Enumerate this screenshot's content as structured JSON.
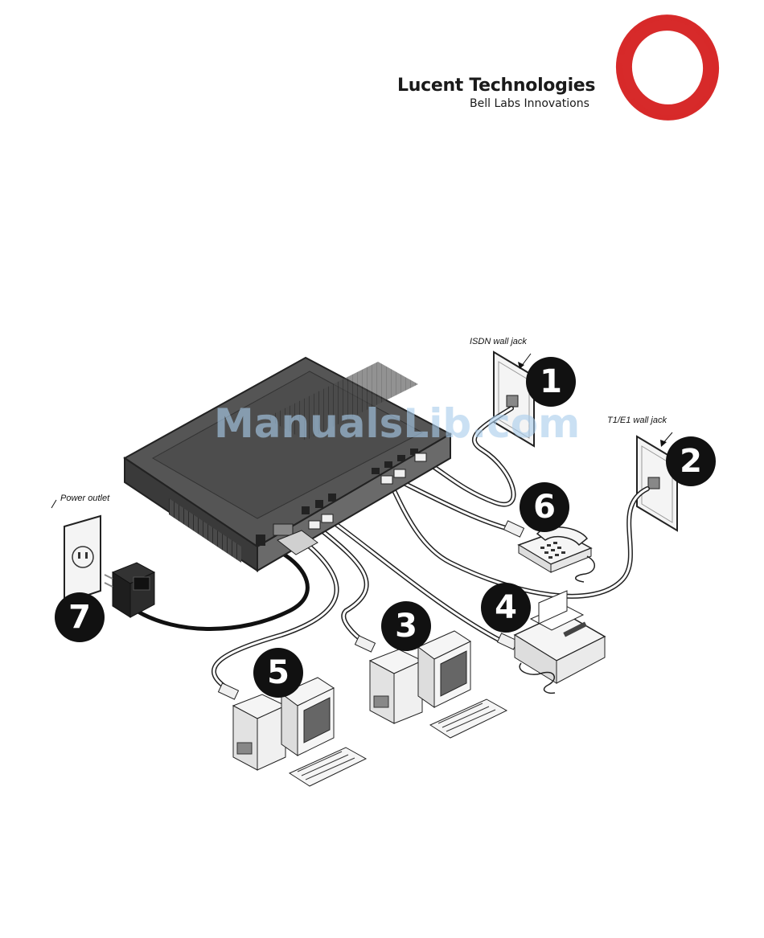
{
  "brand": {
    "name": "Lucent Technologies",
    "tagline": "Bell Labs Innovations",
    "logo_color": "#d72a2a",
    "logo": "red-ring-logo"
  },
  "watermark": "ManualsLib.com",
  "labels": {
    "isdn": "ISDN wall jack",
    "t1e1": "T1/E1 wall jack",
    "power": "Power outlet"
  },
  "callouts": [
    "1",
    "2",
    "3",
    "4",
    "5",
    "6",
    "7"
  ]
}
